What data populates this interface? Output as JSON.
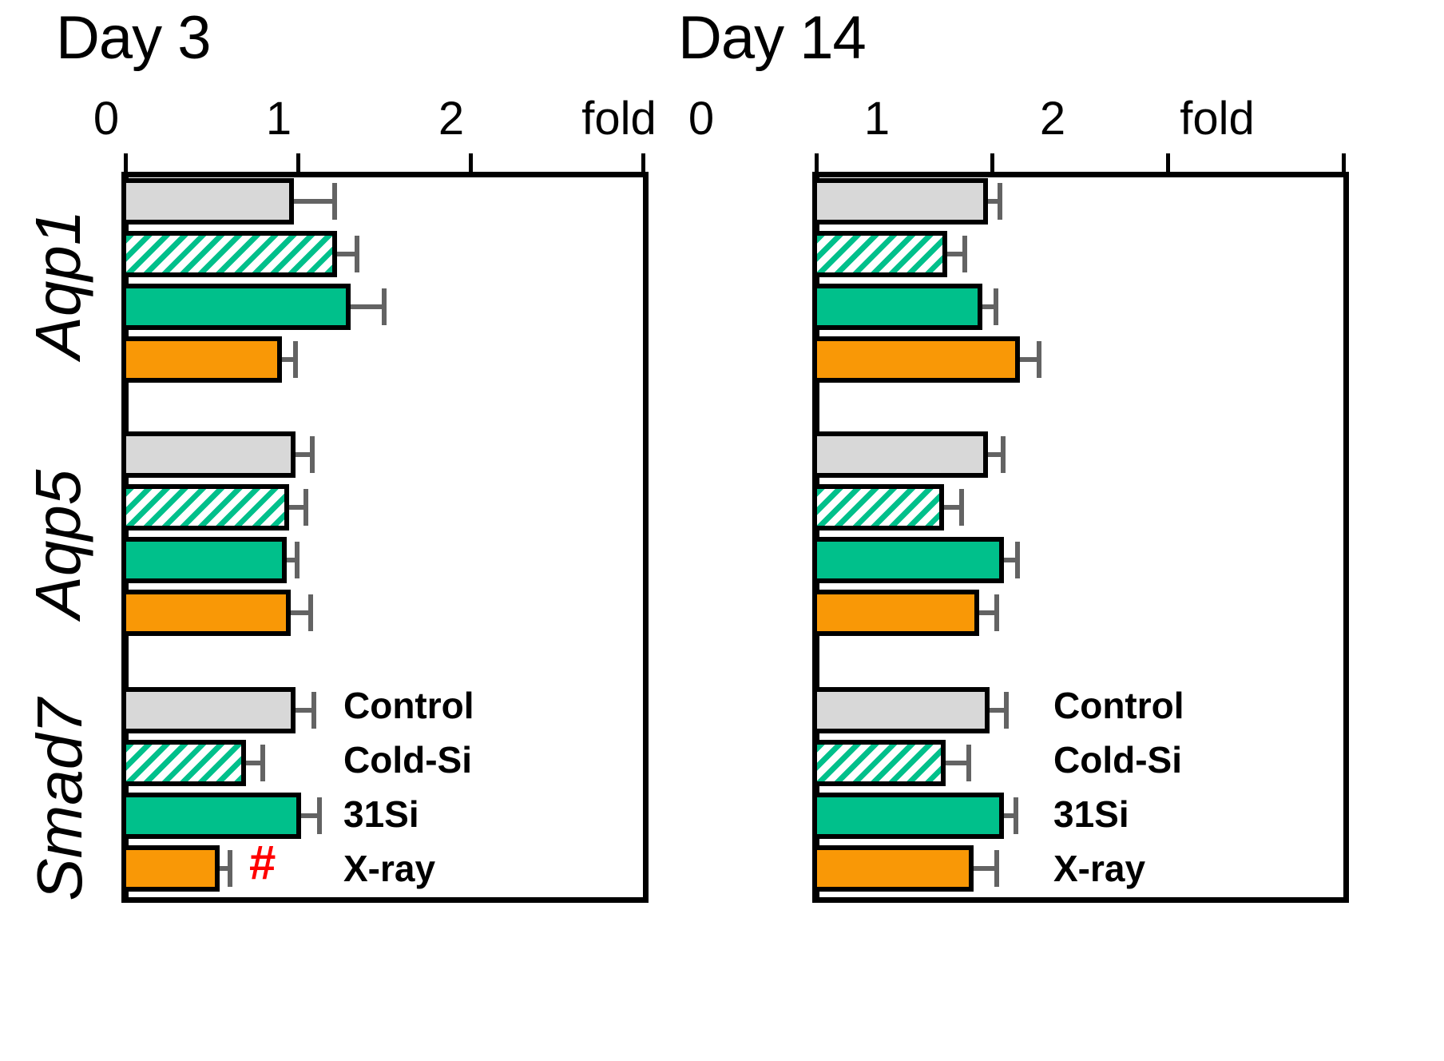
{
  "chart_data": {
    "type": "bar",
    "title": "",
    "orientation": "horizontal",
    "xlabel": "fold",
    "ylabel": "",
    "xlim": [
      0,
      3
    ],
    "xticks": [
      0,
      1,
      2
    ],
    "xticklabels": [
      "0",
      "1",
      "2"
    ],
    "unit_label": "fold",
    "grid": false,
    "legend_position": "inside-lower-right",
    "categories": [
      "Aqp1",
      "Aqp5",
      "Smad7"
    ],
    "series": [
      {
        "name": "Control",
        "style": "solid-gray",
        "color": "#d8d8d8"
      },
      {
        "name": "Cold-Si",
        "style": "hatched-green",
        "color": "#00c08b"
      },
      {
        "name": "31Si",
        "style": "solid-green",
        "color": "#00c08b"
      },
      {
        "name": "X-ray",
        "style": "solid-orange",
        "color": "#f99806"
      }
    ],
    "panels": [
      {
        "id": "day3",
        "title": "Day 3",
        "groups": [
          {
            "gene": "Aqp1",
            "bars": [
              {
                "series": "Control",
                "value": 1.0,
                "error": 0.25,
                "sig": ""
              },
              {
                "series": "Cold-Si",
                "value": 1.25,
                "error": 0.13,
                "sig": ""
              },
              {
                "series": "31Si",
                "value": 1.33,
                "error": 0.21,
                "sig": ""
              },
              {
                "series": "X-ray",
                "value": 0.93,
                "error": 0.09,
                "sig": ""
              }
            ]
          },
          {
            "gene": "Aqp5",
            "bars": [
              {
                "series": "Control",
                "value": 1.01,
                "error": 0.11,
                "sig": ""
              },
              {
                "series": "Cold-Si",
                "value": 0.97,
                "error": 0.11,
                "sig": ""
              },
              {
                "series": "31Si",
                "value": 0.96,
                "error": 0.07,
                "sig": ""
              },
              {
                "series": "X-ray",
                "value": 0.98,
                "error": 0.13,
                "sig": ""
              }
            ]
          },
          {
            "gene": "Smad7",
            "bars": [
              {
                "series": "Control",
                "value": 1.01,
                "error": 0.12,
                "sig": ""
              },
              {
                "series": "Cold-Si",
                "value": 0.72,
                "error": 0.11,
                "sig": ""
              },
              {
                "series": "31Si",
                "value": 1.04,
                "error": 0.12,
                "sig": ""
              },
              {
                "series": "X-ray",
                "value": 0.57,
                "error": 0.07,
                "sig": "#"
              }
            ]
          }
        ]
      },
      {
        "id": "day14",
        "title": "Day 14",
        "groups": [
          {
            "gene": "Aqp1",
            "bars": [
              {
                "series": "Control",
                "value": 1.0,
                "error": 0.08,
                "sig": ""
              },
              {
                "series": "Cold-Si",
                "value": 0.77,
                "error": 0.11,
                "sig": ""
              },
              {
                "series": "31Si",
                "value": 0.97,
                "error": 0.09,
                "sig": ""
              },
              {
                "series": "X-ray",
                "value": 1.18,
                "error": 0.12,
                "sig": ""
              }
            ]
          },
          {
            "gene": "Aqp5",
            "bars": [
              {
                "series": "Control",
                "value": 1.0,
                "error": 0.1,
                "sig": ""
              },
              {
                "series": "Cold-Si",
                "value": 0.75,
                "error": 0.11,
                "sig": ""
              },
              {
                "series": "31Si",
                "value": 1.09,
                "error": 0.09,
                "sig": ""
              },
              {
                "series": "X-ray",
                "value": 0.95,
                "error": 0.11,
                "sig": ""
              }
            ]
          },
          {
            "gene": "Smad7",
            "bars": [
              {
                "series": "Control",
                "value": 1.01,
                "error": 0.11,
                "sig": ""
              },
              {
                "series": "Cold-Si",
                "value": 0.76,
                "error": 0.14,
                "sig": ""
              },
              {
                "series": "31Si",
                "value": 1.09,
                "error": 0.08,
                "sig": ""
              },
              {
                "series": "X-ray",
                "value": 0.92,
                "error": 0.14,
                "sig": ""
              }
            ]
          }
        ]
      }
    ],
    "legend_entries": [
      "Control",
      "Cold-Si",
      "31Si",
      "X-ray"
    ]
  },
  "panel_day3": {
    "title": "Day 3",
    "axis": {
      "t0": "0",
      "t1": "1",
      "t2": "2",
      "unit": "fold"
    },
    "genes": {
      "g0": "Aqp1",
      "g1": "Aqp5",
      "g2": "Smad7"
    },
    "legend": {
      "l0": "Control",
      "l1": "Cold-Si",
      "l2": "31Si",
      "l3": "X-ray"
    },
    "sig": "#"
  },
  "panel_day14": {
    "title": "Day 14",
    "axis": {
      "t0": "0",
      "t1": "1",
      "t2": "2",
      "unit": "fold"
    },
    "genes": {
      "g0": "Aqp1",
      "g1": "Aqp5",
      "g2": "Smad7"
    },
    "legend": {
      "l0": "Control",
      "l1": "Cold-Si",
      "l2": "31Si",
      "l3": "X-ray"
    }
  }
}
